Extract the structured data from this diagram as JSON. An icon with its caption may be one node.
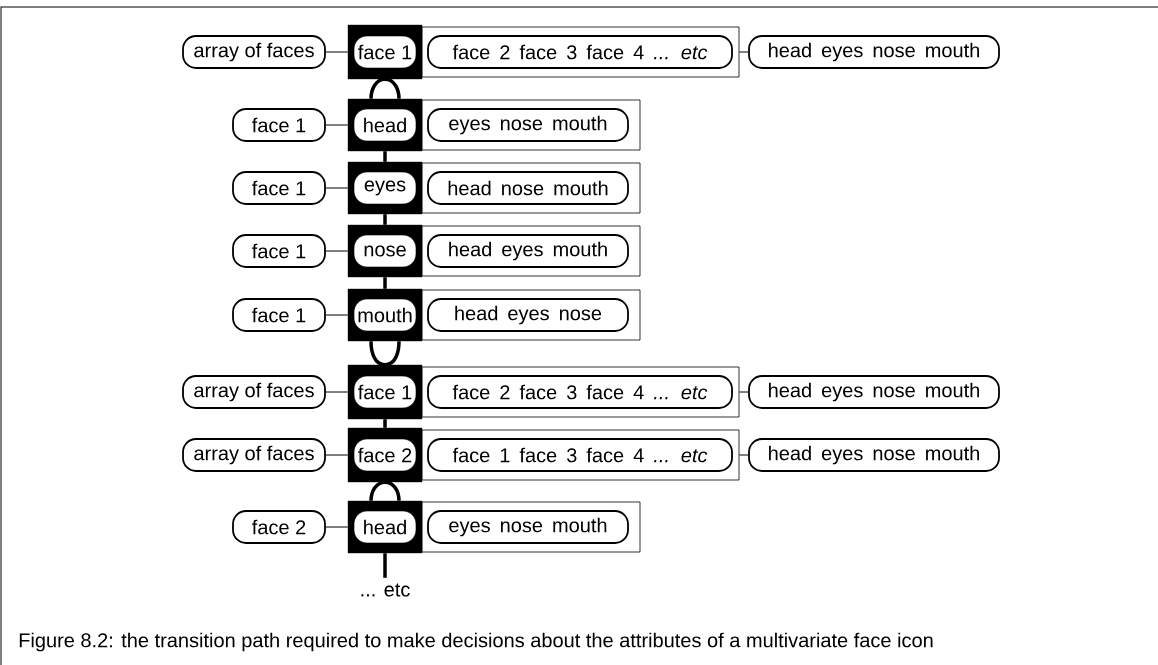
{
  "diagram": {
    "caption": "Figure 8.2: the transition path required to make decisions about the attributes of a multivariate face icon",
    "nodes": [
      {
        "text": [
          "array of faces"
        ]
      },
      {
        "text": [],
        "shape": "box"
      },
      {
        "text": [
          "face 1"
        ],
        "in": 1
      },
      {
        "text": [],
        "shape": "box"
      },
      {
        "text": [
          "face 2 face 3 face 4 *... etc*"
        ],
        "in": 3
      },
      {
        "text": [
          "head eyes nose mouth"
        ]
      },
      {
        "text": [
          "face 1"
        ]
      },
      {
        "text": [],
        "shape": "box"
      },
      {
        "text": [
          "head"
        ],
        "in": 7
      },
      {
        "text": [],
        "shape": "box"
      },
      {
        "text": [
          "eyes nose mouth"
        ],
        "in": 9
      },
      {
        "text": [
          "face 1"
        ]
      },
      {
        "text": [],
        "shape": "box"
      },
      {
        "text": [
          "eyes"
        ],
        "in": 12
      },
      {
        "text": [],
        "shape": "box"
      },
      {
        "text": [
          "head nose mouth"
        ],
        "in": 14
      },
      {
        "text": [
          "face 1"
        ]
      },
      {
        "text": [],
        "shape": "box"
      },
      {
        "text": [
          "nose"
        ],
        "in": 17
      },
      {
        "text": [],
        "shape": "box"
      },
      {
        "text": [
          "head eyes mouth"
        ],
        "in": 19
      },
      {
        "text": [
          "face 1"
        ]
      },
      {
        "text": [],
        "shape": "box"
      },
      {
        "text": [
          "mouth"
        ],
        "in": 22
      },
      {
        "text": [],
        "shape": "box"
      },
      {
        "text": [
          "head eyes nose"
        ],
        "in": 24
      },
      {
        "text": [
          "array of faces"
        ]
      },
      {
        "text": [],
        "shape": "box"
      },
      {
        "text": [
          "face 1"
        ],
        "in": 27
      },
      {
        "text": [],
        "shape": "box"
      },
      {
        "text": [
          "face 2 face 3 face 4 *... etc*"
        ],
        "in": 29
      },
      {
        "text": [
          "head eyes nose mouth"
        ]
      },
      {
        "text": [
          "array of faces"
        ]
      },
      {
        "text": [],
        "shape": "box"
      },
      {
        "text": [
          "face 2"
        ],
        "in": 33
      },
      {
        "text": [],
        "shape": "box"
      },
      {
        "text": [
          "face 1 face 3 face 4 *... etc*"
        ],
        "in": 35
      },
      {
        "text": [
          "head eyes nose mouth"
        ]
      },
      {
        "text": [
          "face 2"
        ]
      },
      {
        "text": [],
        "shape": "box"
      },
      {
        "text": [
          "head"
        ],
        "in": 39
      },
      {
        "text": [],
        "shape": "box"
      },
      {
        "text": [
          "eyes nose mouth"
        ],
        "in": 41
      },
      {
        "text": [
          "... etc"
        ]
      }
    ],
    "edges": [
      {
        "from": 0,
        "to": 1,
        "arrow": "none"
      },
      {
        "from": 3,
        "to": 5,
        "arrow": "none"
      },
      {
        "from": 1,
        "to": 7,
        "arrow": "none",
        "style": "thick"
      },
      {
        "from": 6,
        "to": 7,
        "arrow": "none"
      },
      {
        "from": 7,
        "to": 12,
        "arrow": "none",
        "style": "thick"
      },
      {
        "from": 11,
        "to": 12,
        "arrow": "none"
      },
      {
        "from": 12,
        "to": 17,
        "arrow": "none",
        "style": "thick"
      },
      {
        "from": 16,
        "to": 17,
        "arrow": "none"
      },
      {
        "from": 17,
        "to": 22,
        "arrow": "none",
        "style": "thick"
      },
      {
        "from": 21,
        "to": 22,
        "arrow": "none"
      },
      {
        "from": 22,
        "to": 27,
        "arrow": "none",
        "style": "thick"
      },
      {
        "from": 26,
        "to": 27,
        "arrow": "none"
      },
      {
        "from": 29,
        "to": 31,
        "arrow": "none"
      },
      {
        "from": 27,
        "to": 33,
        "arrow": "none",
        "style": "thick"
      },
      {
        "from": 32,
        "to": 33,
        "arrow": "none"
      },
      {
        "from": 35,
        "to": 37,
        "arrow": "none"
      },
      {
        "from": 33,
        "to": 39,
        "arrow": "none",
        "style": "thick"
      },
      {
        "from": 38,
        "to": 39,
        "arrow": "none"
      },
      {
        "from": 39,
        "to": 43,
        "arrow": "none",
        "style": "thick"
      }
    ]
  }
}
